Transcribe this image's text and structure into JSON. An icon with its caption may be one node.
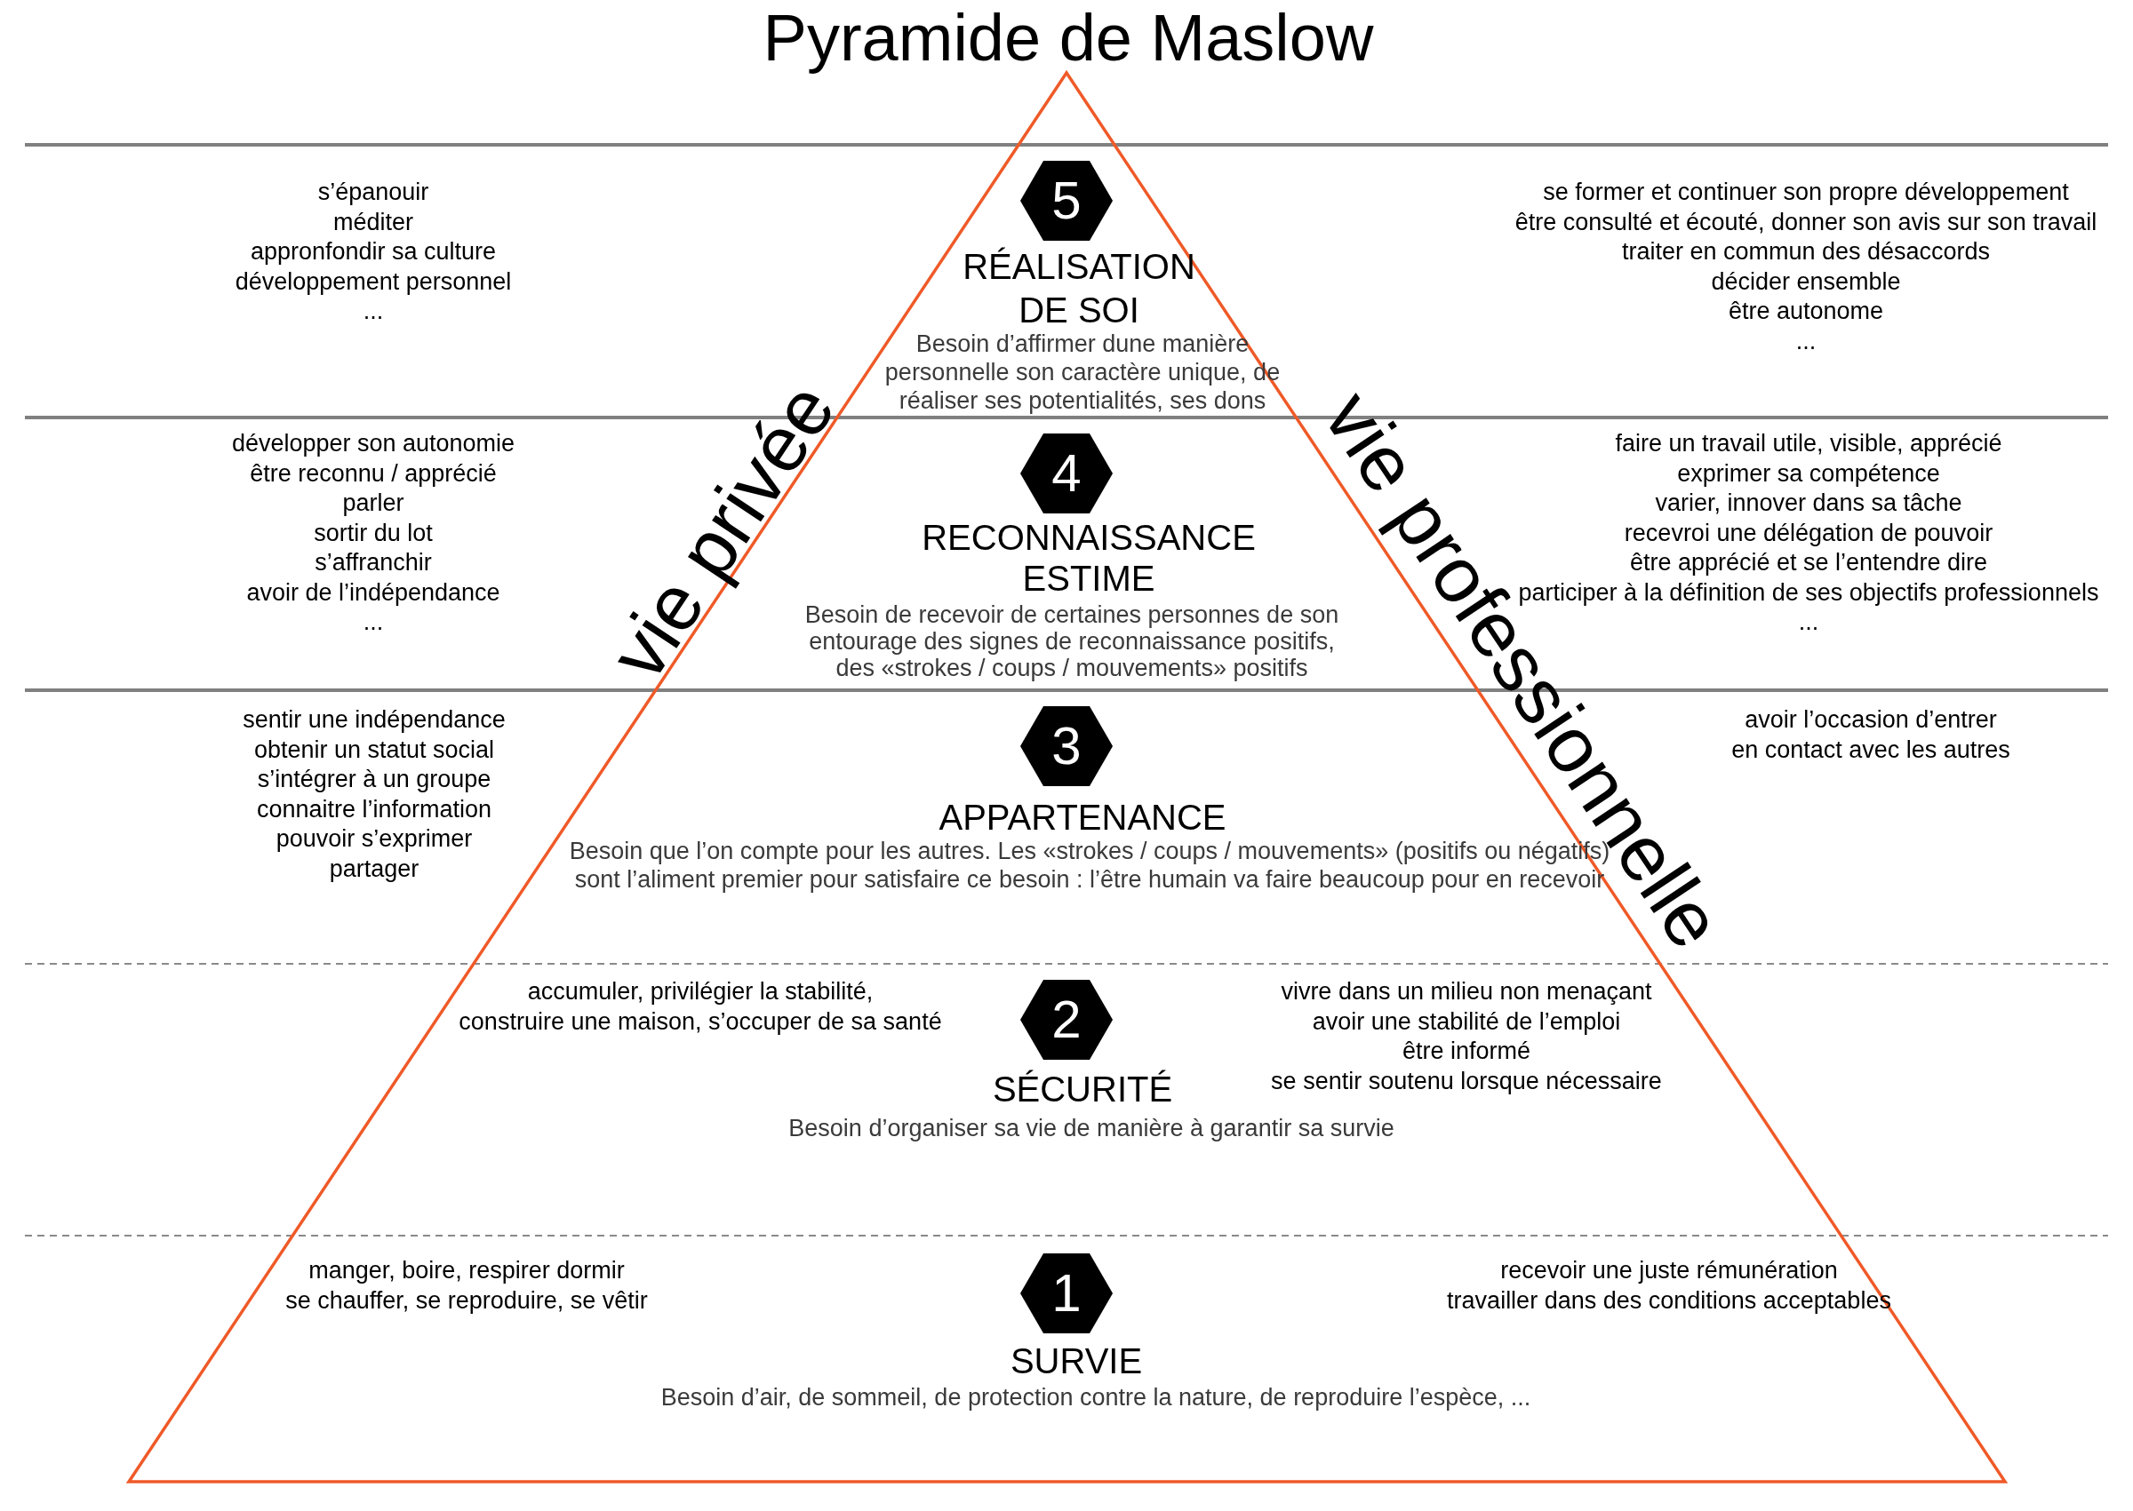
{
  "diagram": {
    "title": "Pyramide de Maslow",
    "nodes": [
      {
        "text": [
          "5"
        ],
        "beside": [
          "RÉALISATION DE SOI",
          "Besoin d’affirmer dune manière personnelle son caractère unique, de réaliser ses potentialités, ses dons"
        ]
      },
      {
        "text": [
          "4"
        ],
        "beside": [
          "RECONNAISSANCE ESTIME",
          "Besoin de recevoir de certaines personnes de son entourage des signes de reconnaissance positifs, des «strokes / coups / mouvements» positifs"
        ]
      },
      {
        "text": [
          "3"
        ],
        "beside": [
          "APPARTENANCE",
          "Besoin que l’on compte pour les autres. Les «strokes / coups / mouvements» (positifs ou négatifs) sont l’aliment premier pour satisfaire ce besoin : l’être humain va faire beaucoup pour en recevoir"
        ]
      },
      {
        "text": [
          "2"
        ],
        "beside": [
          "SÉCURITÉ",
          "Besoin d’organiser sa vie de manière à garantir sa survie"
        ]
      },
      {
        "text": [
          "1"
        ],
        "beside": [
          "SURVIE",
          "Besoin d’air, de sommeil, de protection contre la nature, de reproduire l’espèce, ..."
        ]
      }
    ],
    "labels": [
      "s’épanouir",
      "méditer",
      "appronfondir sa culture",
      "développement personnel",
      "...",
      "se former et continuer son propre développement",
      "être consulté et écouté, donner son avis sur son travail",
      "traiter en commun des désaccords",
      "décider ensemble",
      "être autonome",
      "...",
      "développer son autonomie",
      "être reconnu / apprécié",
      "parler",
      "sortir du lot",
      "s’affranchir",
      "avoir de l’indépendance",
      "...",
      "faire un travail utile, visible, apprécié",
      "exprimer sa compétence",
      "varier, innover dans sa tâche",
      "recevroi une délégation de pouvoir",
      "être apprécié et se l’entendre dire",
      "participer à la définition de ses objectifs professionnels",
      "...",
      "sentir une indépendance",
      "obtenir un statut social",
      "s’intégrer à un groupe",
      "connaitre l’information",
      "pouvoir s’exprimer",
      "partager",
      "avoir l’occasion d’entrer en contact avec les autres",
      "accumuler, privilégier la stabilité,",
      "construire une maison, s’occuper de sa santé",
      "vivre dans un milieu non menaçant",
      "avoir une stabilité de l’emploi",
      "être informé",
      "se sentir soutenu lorsque nécessaire",
      "manger, boire, respirer dormir",
      "se chauffer, se reproduire, se vêtir",
      "recevoir une juste rémunération",
      "travailler dans des conditions acceptables",
      "vie privée",
      "vie professionnelle"
    ]
  }
}
